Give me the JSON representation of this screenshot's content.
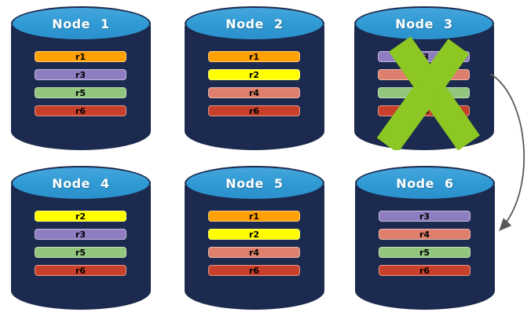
{
  "diagram": {
    "background": "#FFFFFF",
    "colors": {
      "cylinder_body": "#1B2A4E",
      "cylinder_top": "#2F99D3",
      "title_text": "#FFFFFF",
      "bar_label_text": "#000000",
      "x_mark": "#8CC724",
      "arrow": "#595959"
    },
    "replica_palette": {
      "r1": "#FFA005",
      "r2": "#FFFF00",
      "r3": "#8E7EC1",
      "r4": "#DD7F6C",
      "r5": "#92C67E",
      "r6": "#C8402B"
    },
    "nodes": [
      {
        "title": "Node 1",
        "failed": false,
        "replicas": [
          {
            "label": "r1",
            "color": "#FFA005"
          },
          {
            "label": "r3",
            "color": "#8E7EC1"
          },
          {
            "label": "r5",
            "color": "#92C67E"
          },
          {
            "label": "r6",
            "color": "#C8402B"
          }
        ]
      },
      {
        "title": "Node 2",
        "failed": false,
        "replicas": [
          {
            "label": "r1",
            "color": "#FFA005"
          },
          {
            "label": "r2",
            "color": "#FFFF00"
          },
          {
            "label": "r4",
            "color": "#DD7F6C"
          },
          {
            "label": "r6",
            "color": "#C8402B"
          }
        ]
      },
      {
        "title": "Node 3",
        "failed": true,
        "replicas": [
          {
            "label": "r3",
            "color": "#8E7EC1"
          },
          {
            "label": "r4",
            "color": "#DD7F6C"
          },
          {
            "label": "r5",
            "color": "#92C67E"
          },
          {
            "label": "r6",
            "color": "#C8402B"
          }
        ]
      },
      {
        "title": "Node 4",
        "failed": false,
        "replicas": [
          {
            "label": "r2",
            "color": "#FFFF00"
          },
          {
            "label": "r3",
            "color": "#8E7EC1"
          },
          {
            "label": "r5",
            "color": "#92C67E"
          },
          {
            "label": "r6",
            "color": "#C8402B"
          }
        ]
      },
      {
        "title": "Node 5",
        "failed": false,
        "replicas": [
          {
            "label": "r1",
            "color": "#FFA005"
          },
          {
            "label": "r2",
            "color": "#FFFF00"
          },
          {
            "label": "r4",
            "color": "#DD7F6C"
          },
          {
            "label": "r6",
            "color": "#C8402B"
          }
        ]
      },
      {
        "title": "Node 6",
        "failed": false,
        "replicas": [
          {
            "label": "r3",
            "color": "#8E7EC1"
          },
          {
            "label": "r4",
            "color": "#DD7F6C"
          },
          {
            "label": "r5",
            "color": "#92C67E"
          },
          {
            "label": "r6",
            "color": "#C8402B"
          }
        ]
      }
    ],
    "annotations": {
      "x_mark_on": "Node 3",
      "arrow": {
        "from": "Node 3",
        "to": "Node 6"
      }
    }
  }
}
